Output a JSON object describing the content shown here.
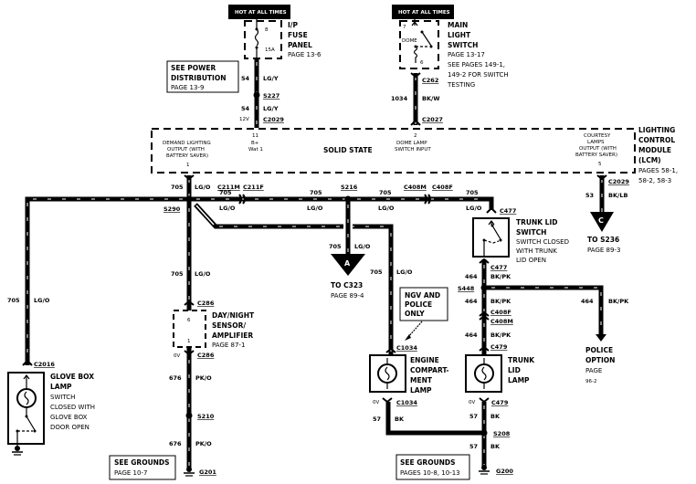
{
  "diagram": {
    "power_labels": {
      "fuse_hot": "HOT AT ALL TIMES",
      "switch_hot": "HOT AT ALL TIMES"
    },
    "fuse_panel": {
      "title_lines": [
        "I/P",
        "FUSE",
        "PANEL"
      ],
      "page": "PAGE 13-6",
      "fuse_number": "8",
      "fuse_rating": "15A"
    },
    "power_distribution_note": {
      "lines": [
        "SEE POWER",
        "DISTRIBUTION"
      ],
      "page": "PAGE 13-9"
    },
    "main_light_switch": {
      "title_lines": [
        "MAIN",
        "LIGHT",
        "SWITCH"
      ],
      "notes": [
        "PAGE 13-17",
        "SEE PAGES 149-1,",
        "149-2 FOR SWITCH",
        "TESTING"
      ],
      "pin_top": "7",
      "pin_bottom": "6",
      "position_label": "DOME"
    },
    "lcm": {
      "title_lines": [
        "LIGHTING",
        "CONTROL",
        "MODULE",
        "(LCM)"
      ],
      "pages": [
        "PAGES 58-1,",
        "58-2, 58-3"
      ],
      "center_label": "SOLID STATE",
      "pins": [
        {
          "number": "1",
          "lines": [
            "DEMAND LIGHTING",
            "OUTPUT (WITH",
            "BATTERY SAVER)"
          ]
        },
        {
          "number": "11",
          "lines": [
            "B+",
            "Wat 1"
          ]
        },
        {
          "number": "2",
          "lines": [
            "DOME LAMP",
            "SWITCH INPUT"
          ]
        },
        {
          "number": "5",
          "lines": [
            "COURTESY",
            "LAMPS",
            "OUTPUT (WITH",
            "BATTERY SAVER)"
          ]
        }
      ]
    },
    "wires": {
      "w54": {
        "circuit": "54",
        "color": "LG/Y"
      },
      "w1034": {
        "circuit": "1034",
        "color": "BK/W"
      },
      "w705": {
        "circuit": "705",
        "color": "LG/O"
      },
      "w53": {
        "circuit": "53",
        "color": "BK/LB"
      },
      "w464": {
        "circuit": "464",
        "color": "BK/PK"
      },
      "w676": {
        "circuit": "676",
        "color": "PK/O"
      },
      "w57": {
        "circuit": "57",
        "color": "BK"
      }
    },
    "connectors": {
      "c262": "C262",
      "c2027": "C2027",
      "c2029a": "C2029",
      "c2029b": "C2029",
      "c211m": "C211M",
      "c211f": "C211F",
      "c408m_top": "C408M",
      "c408f_top": "C408F",
      "c477a": "C477",
      "c477b": "C477",
      "c408f": "C408F",
      "c408m": "C408M",
      "c479a": "C479",
      "c479b": "C479",
      "c1034a": "C1034",
      "c1034b": "C1034",
      "c286a": "C286",
      "c286b": "C286",
      "c2016": "C2016"
    },
    "splices": {
      "s227": "S227",
      "s290": "S290",
      "s216": "S216",
      "s448": "S448",
      "s210": "S210",
      "s208": "S208"
    },
    "grounds": {
      "g201": "G201",
      "g200": "G200"
    },
    "voltage_labels": {
      "v12": "12V",
      "v0": "0V"
    },
    "off_page": {
      "a": {
        "letter": "A",
        "lines": [
          "TO C323",
          "PAGE 89-4"
        ]
      },
      "c": {
        "letter": "C",
        "lines": [
          "TO S236",
          "PAGE 89-3"
        ]
      }
    },
    "trunk_lid_switch": {
      "title_lines": [
        "TRUNK LID",
        "SWITCH"
      ],
      "notes": [
        "SWITCH CLOSED",
        "WITH TRUNK",
        "LID OPEN"
      ]
    },
    "day_night_sensor": {
      "title_lines": [
        "DAY/NIGHT",
        "SENSOR/",
        "AMPLIFIER"
      ],
      "page": "PAGE 87-1",
      "pin_top": "6",
      "pin_bottom": "1"
    },
    "glove_box_lamp": {
      "title_lines": [
        "GLOVE BOX",
        "LAMP"
      ],
      "notes": [
        "SWITCH",
        "CLOSED WITH",
        "GLOVE BOX",
        "DOOR OPEN"
      ]
    },
    "engine_lamp": {
      "title_lines": [
        "ENGINE",
        "COMPART-",
        "MENT",
        "LAMP"
      ]
    },
    "trunk_lamp": {
      "title_lines": [
        "TRUNK",
        "LID",
        "LAMP"
      ]
    },
    "ngv_note": {
      "lines": [
        "NGV AND",
        "POLICE",
        "ONLY"
      ]
    },
    "police_option": {
      "title_lines": [
        "POLICE",
        "OPTION"
      ],
      "notes": [
        "PAGE",
        "96-2"
      ]
    },
    "grounds_note_left": {
      "title": "SEE GROUNDS",
      "page": "PAGE 10-7"
    },
    "grounds_note_right": {
      "title": "SEE GROUNDS",
      "page": "PAGES 10-8, 10-13"
    }
  }
}
